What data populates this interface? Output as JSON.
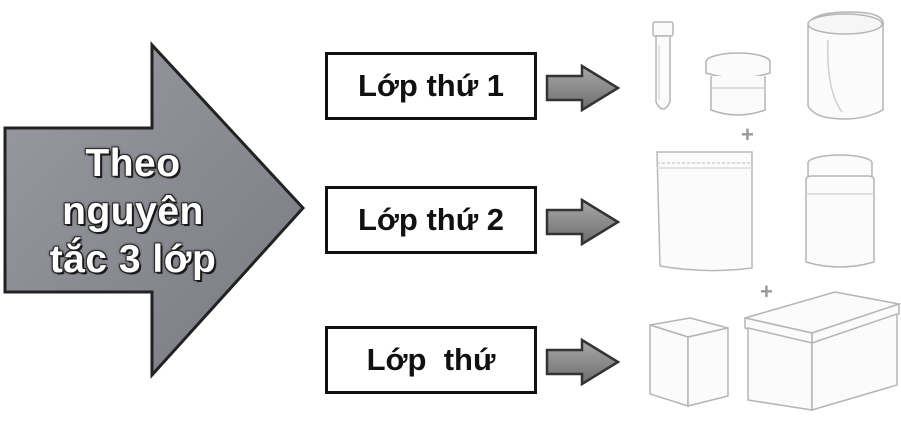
{
  "main_arrow": {
    "lines": [
      "Theo",
      "nguyên",
      "tắc 3 lớp"
    ]
  },
  "layers": [
    {
      "label": "Lớp thứ 1",
      "items": [
        "test-tube",
        "specimen-cup",
        "absorbent-roll"
      ]
    },
    {
      "label": "Lớp thứ 2",
      "items": [
        "zip-bag",
        "sealed-jar"
      ]
    },
    {
      "label": "Lớp  thứ",
      "items": [
        "small-box",
        "large-box"
      ]
    }
  ],
  "plus_signs": [
    "+",
    "+"
  ],
  "colors": {
    "arrow_fill": "#8c8c94",
    "arrow_outline": "#222222",
    "small_arrow": "#8a8a8a",
    "box_border": "#111111",
    "illustration": "#bbbbbb"
  }
}
